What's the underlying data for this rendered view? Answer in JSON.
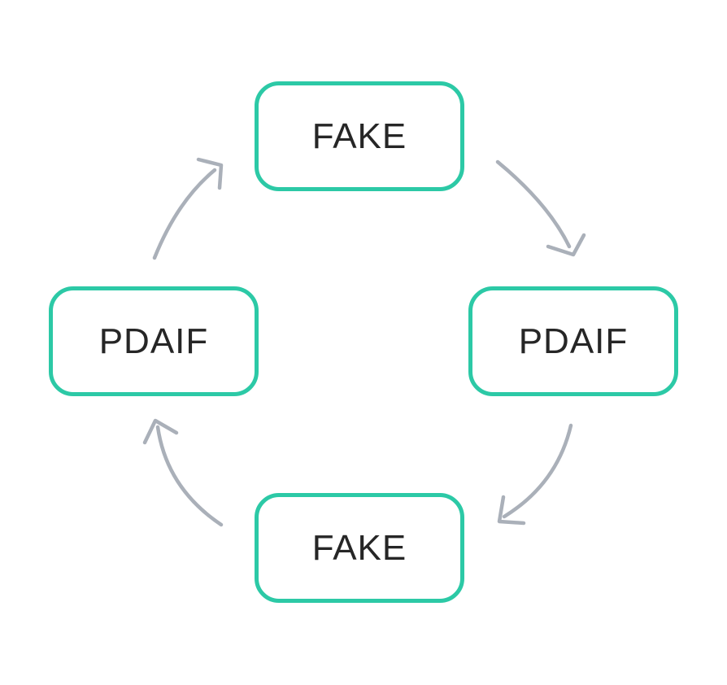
{
  "diagram": {
    "type": "cycle",
    "direction": "clockwise",
    "nodes": [
      {
        "id": "top",
        "label": "FAKE"
      },
      {
        "id": "right",
        "label": "PDAIF"
      },
      {
        "id": "bottom",
        "label": "FAKE"
      },
      {
        "id": "left",
        "label": "PDAIF"
      }
    ],
    "edges": [
      {
        "from": "top",
        "to": "right"
      },
      {
        "from": "right",
        "to": "bottom"
      },
      {
        "from": "bottom",
        "to": "left"
      },
      {
        "from": "left",
        "to": "top"
      }
    ],
    "colors": {
      "background": "#ffffff",
      "node_border": "#2cc9a6",
      "node_fill": "#ffffff",
      "node_text": "#262626",
      "arrow": "#aab0b9"
    }
  }
}
